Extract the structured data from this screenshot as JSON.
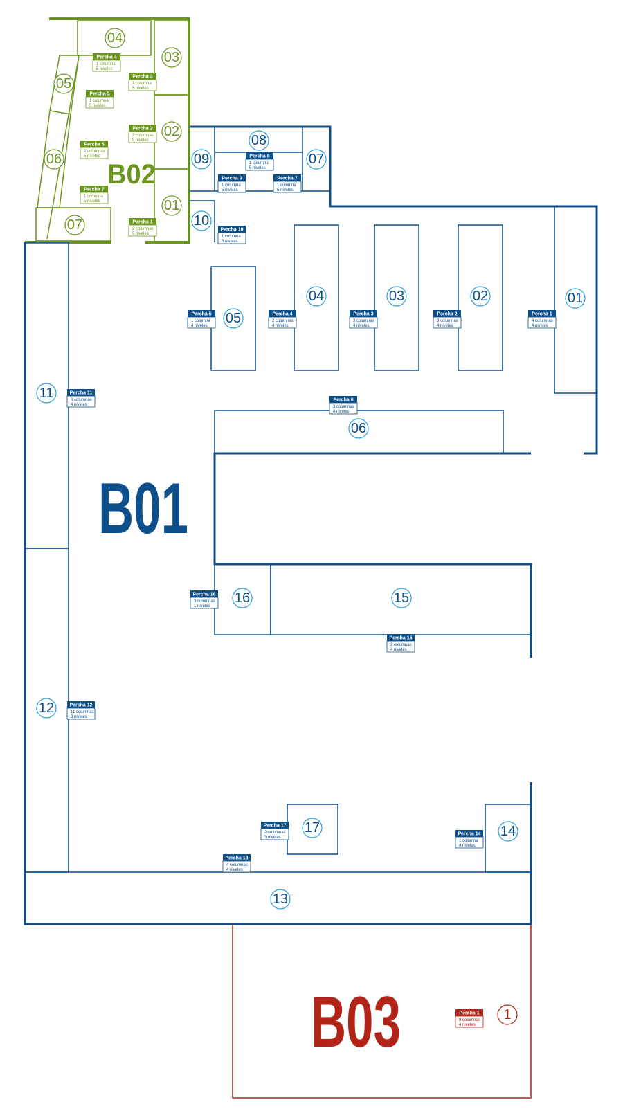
{
  "colors": {
    "b01": "#0d4f8b",
    "b01_accent": "#2d9fd8",
    "b02": "#6a961f",
    "b03": "#b22418"
  },
  "zones": {
    "b01": "B01",
    "b02": "B02",
    "b03": "B03"
  },
  "b02": {
    "shelves": [
      {
        "id": "b02-04",
        "num": "04",
        "label": "Percha 4",
        "cols": "1 columna",
        "levels": "5 niveles"
      },
      {
        "id": "b02-03",
        "num": "03",
        "label": "Percha 3",
        "cols": "1 columna",
        "levels": "5 niveles"
      },
      {
        "id": "b02-05",
        "num": "05",
        "label": "Percha 5",
        "cols": "1 columna",
        "levels": "5 niveles"
      },
      {
        "id": "b02-02",
        "num": "02",
        "label": "Percha 2",
        "cols": "2 columnas",
        "levels": "5 niveles"
      },
      {
        "id": "b02-06",
        "num": "06",
        "label": "Percha 6",
        "cols": "2 columnas",
        "levels": "5 niveles"
      },
      {
        "id": "b02-07",
        "num": "07",
        "label": "Percha 7",
        "cols": "1 columna",
        "levels": "5 niveles"
      },
      {
        "id": "b02-01",
        "num": "01",
        "label": "Percha 1",
        "cols": "2 columnas",
        "levels": "5 niveles"
      }
    ]
  },
  "b01": {
    "shelves": [
      {
        "id": "b01-08",
        "num": "08",
        "label": "Percha 8",
        "cols": "1 columna",
        "levels": "5 niveles"
      },
      {
        "id": "b01-09",
        "num": "09",
        "label": "Percha 9",
        "cols": "1 columna",
        "levels": "5 niveles"
      },
      {
        "id": "b01-07",
        "num": "07",
        "label": "Percha 7",
        "cols": "1 columna",
        "levels": "5 niveles"
      },
      {
        "id": "b01-10",
        "num": "10",
        "label": "Percha 10",
        "cols": "1 columna",
        "levels": "5 niveles"
      },
      {
        "id": "b01-05",
        "num": "05",
        "label": "Percha 5",
        "cols": "1 columna",
        "levels": "4 niveles"
      },
      {
        "id": "b01-04",
        "num": "04",
        "label": "Percha 4",
        "cols": "2 columnas",
        "levels": "4 niveles"
      },
      {
        "id": "b01-03",
        "num": "03",
        "label": "Percha 3",
        "cols": "3 columnas",
        "levels": "4 niveles"
      },
      {
        "id": "b01-02",
        "num": "02",
        "label": "Percha 2",
        "cols": "3 columnas",
        "levels": "4 niveles"
      },
      {
        "id": "b01-01",
        "num": "01",
        "label": "Percha 1",
        "cols": "4 columnas",
        "levels": "4 niveles"
      },
      {
        "id": "b01-11",
        "num": "11",
        "label": "Percha 11",
        "cols": "6 columnas",
        "levels": "4 niveles"
      },
      {
        "id": "b01-06",
        "num": "06",
        "label": "Percha 6",
        "cols": "3 columnas",
        "levels": "4 niveles"
      },
      {
        "id": "b01-16",
        "num": "16",
        "label": "Percha 16",
        "cols": "3 columnas",
        "levels": "1 niveles"
      },
      {
        "id": "b01-15",
        "num": "15",
        "label": "Percha 15",
        "cols": "2 columnas",
        "levels": "4 niveles"
      },
      {
        "id": "b01-12",
        "num": "12",
        "label": "Percha 12",
        "cols": "11 columnas",
        "levels": "3 niveles"
      },
      {
        "id": "b01-17",
        "num": "17",
        "label": "Percha 17",
        "cols": "2 columnas",
        "levels": "3 niveles"
      },
      {
        "id": "b01-14",
        "num": "14",
        "label": "Percha 14",
        "cols": "1 columna",
        "levels": "4 niveles"
      },
      {
        "id": "b01-13",
        "num": "13",
        "label": "Percha 13",
        "cols": "4 columnas",
        "levels": "4 niveles"
      }
    ]
  },
  "b03": {
    "shelves": [
      {
        "id": "b03-1",
        "num": "1",
        "label": "Percha 1",
        "cols": "8 columnas",
        "levels": "4 niveles"
      }
    ]
  }
}
